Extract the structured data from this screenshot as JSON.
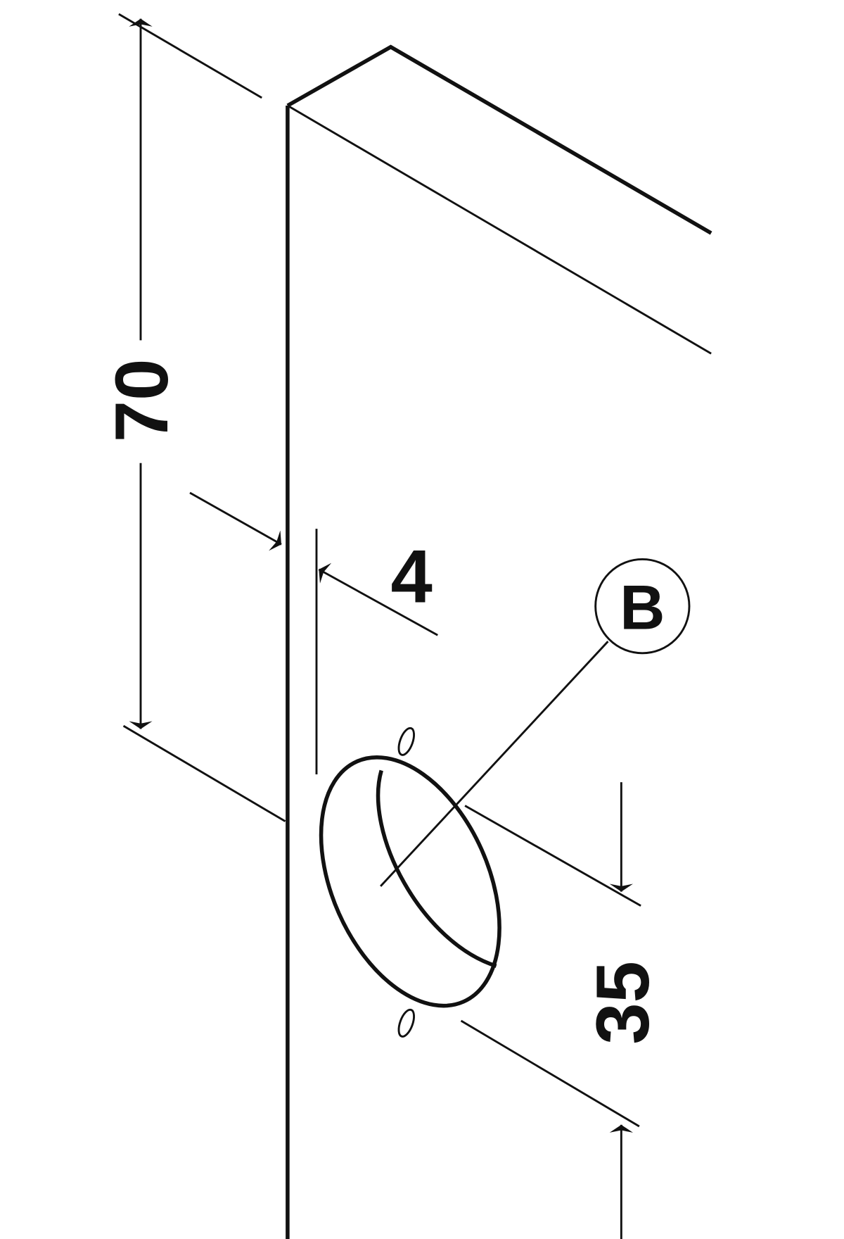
{
  "dimensions": {
    "height": "70",
    "offset": "4",
    "hole_distance": "35"
  },
  "callout": {
    "label": "B"
  },
  "colors": {
    "line": "#111111",
    "background": "#ffffff"
  }
}
